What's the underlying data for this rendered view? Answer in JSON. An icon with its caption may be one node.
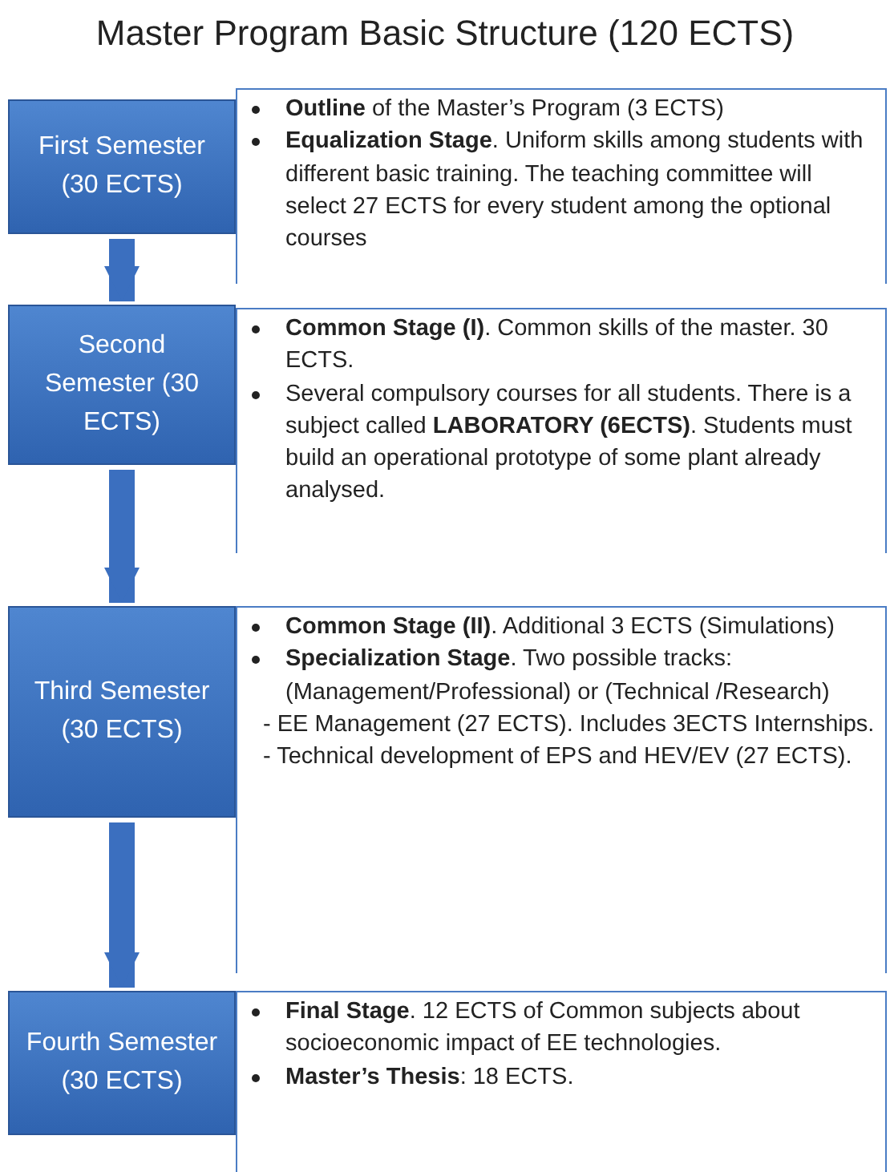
{
  "diagram": {
    "title": "Master Program Basic Structure (120 ECTS)",
    "nodes": [
      {
        "text": [
          "First Semester (30 ECTS)"
        ]
      },
      {
        "text": [
          "**Outline** of the Master’s Program (3 ECTS)",
          "**Equalization Stage**. Uniform skills among students with different basic training. The teaching committee will select 27 ECTS for every student among the optional courses"
        ]
      },
      {
        "text": [
          "Second Semester (30 ECTS)"
        ]
      },
      {
        "text": [
          "**Common Stage (I)**. Common skills of the master. 30 ECTS.",
          "Several compulsory courses for all students. There is a subject called **LABORATORY (6ECTS)**. Students must build an operational prototype of some plant already analysed."
        ]
      },
      {
        "text": [
          "Third Semester (30 ECTS)"
        ]
      },
      {
        "text": [
          "**Common Stage (II)**. Additional 3 ECTS (Simulations)",
          "**Specialization Stage**. Two possible tracks: (Management/Professional) or (Technical /Research)",
          "- EE Management (27 ECTS). Includes 3ECTS Internships.",
          "- Technical development of EPS and HEV/EV (27 ECTS)."
        ]
      },
      {
        "text": [
          "Fourth Semester (30 ECTS)"
        ]
      },
      {
        "text": [
          "**Final Stage**. 12 ECTS of Common subjects about socioeconomic impact of EE technologies.",
          "**Master’s Thesis**: 18 ECTS."
        ]
      }
    ],
    "edges": [
      {
        "from": 0,
        "to": 2,
        "arrow": "to"
      },
      {
        "from": 2,
        "to": 4,
        "arrow": "to"
      },
      {
        "from": 4,
        "to": 6,
        "arrow": "to"
      }
    ]
  }
}
